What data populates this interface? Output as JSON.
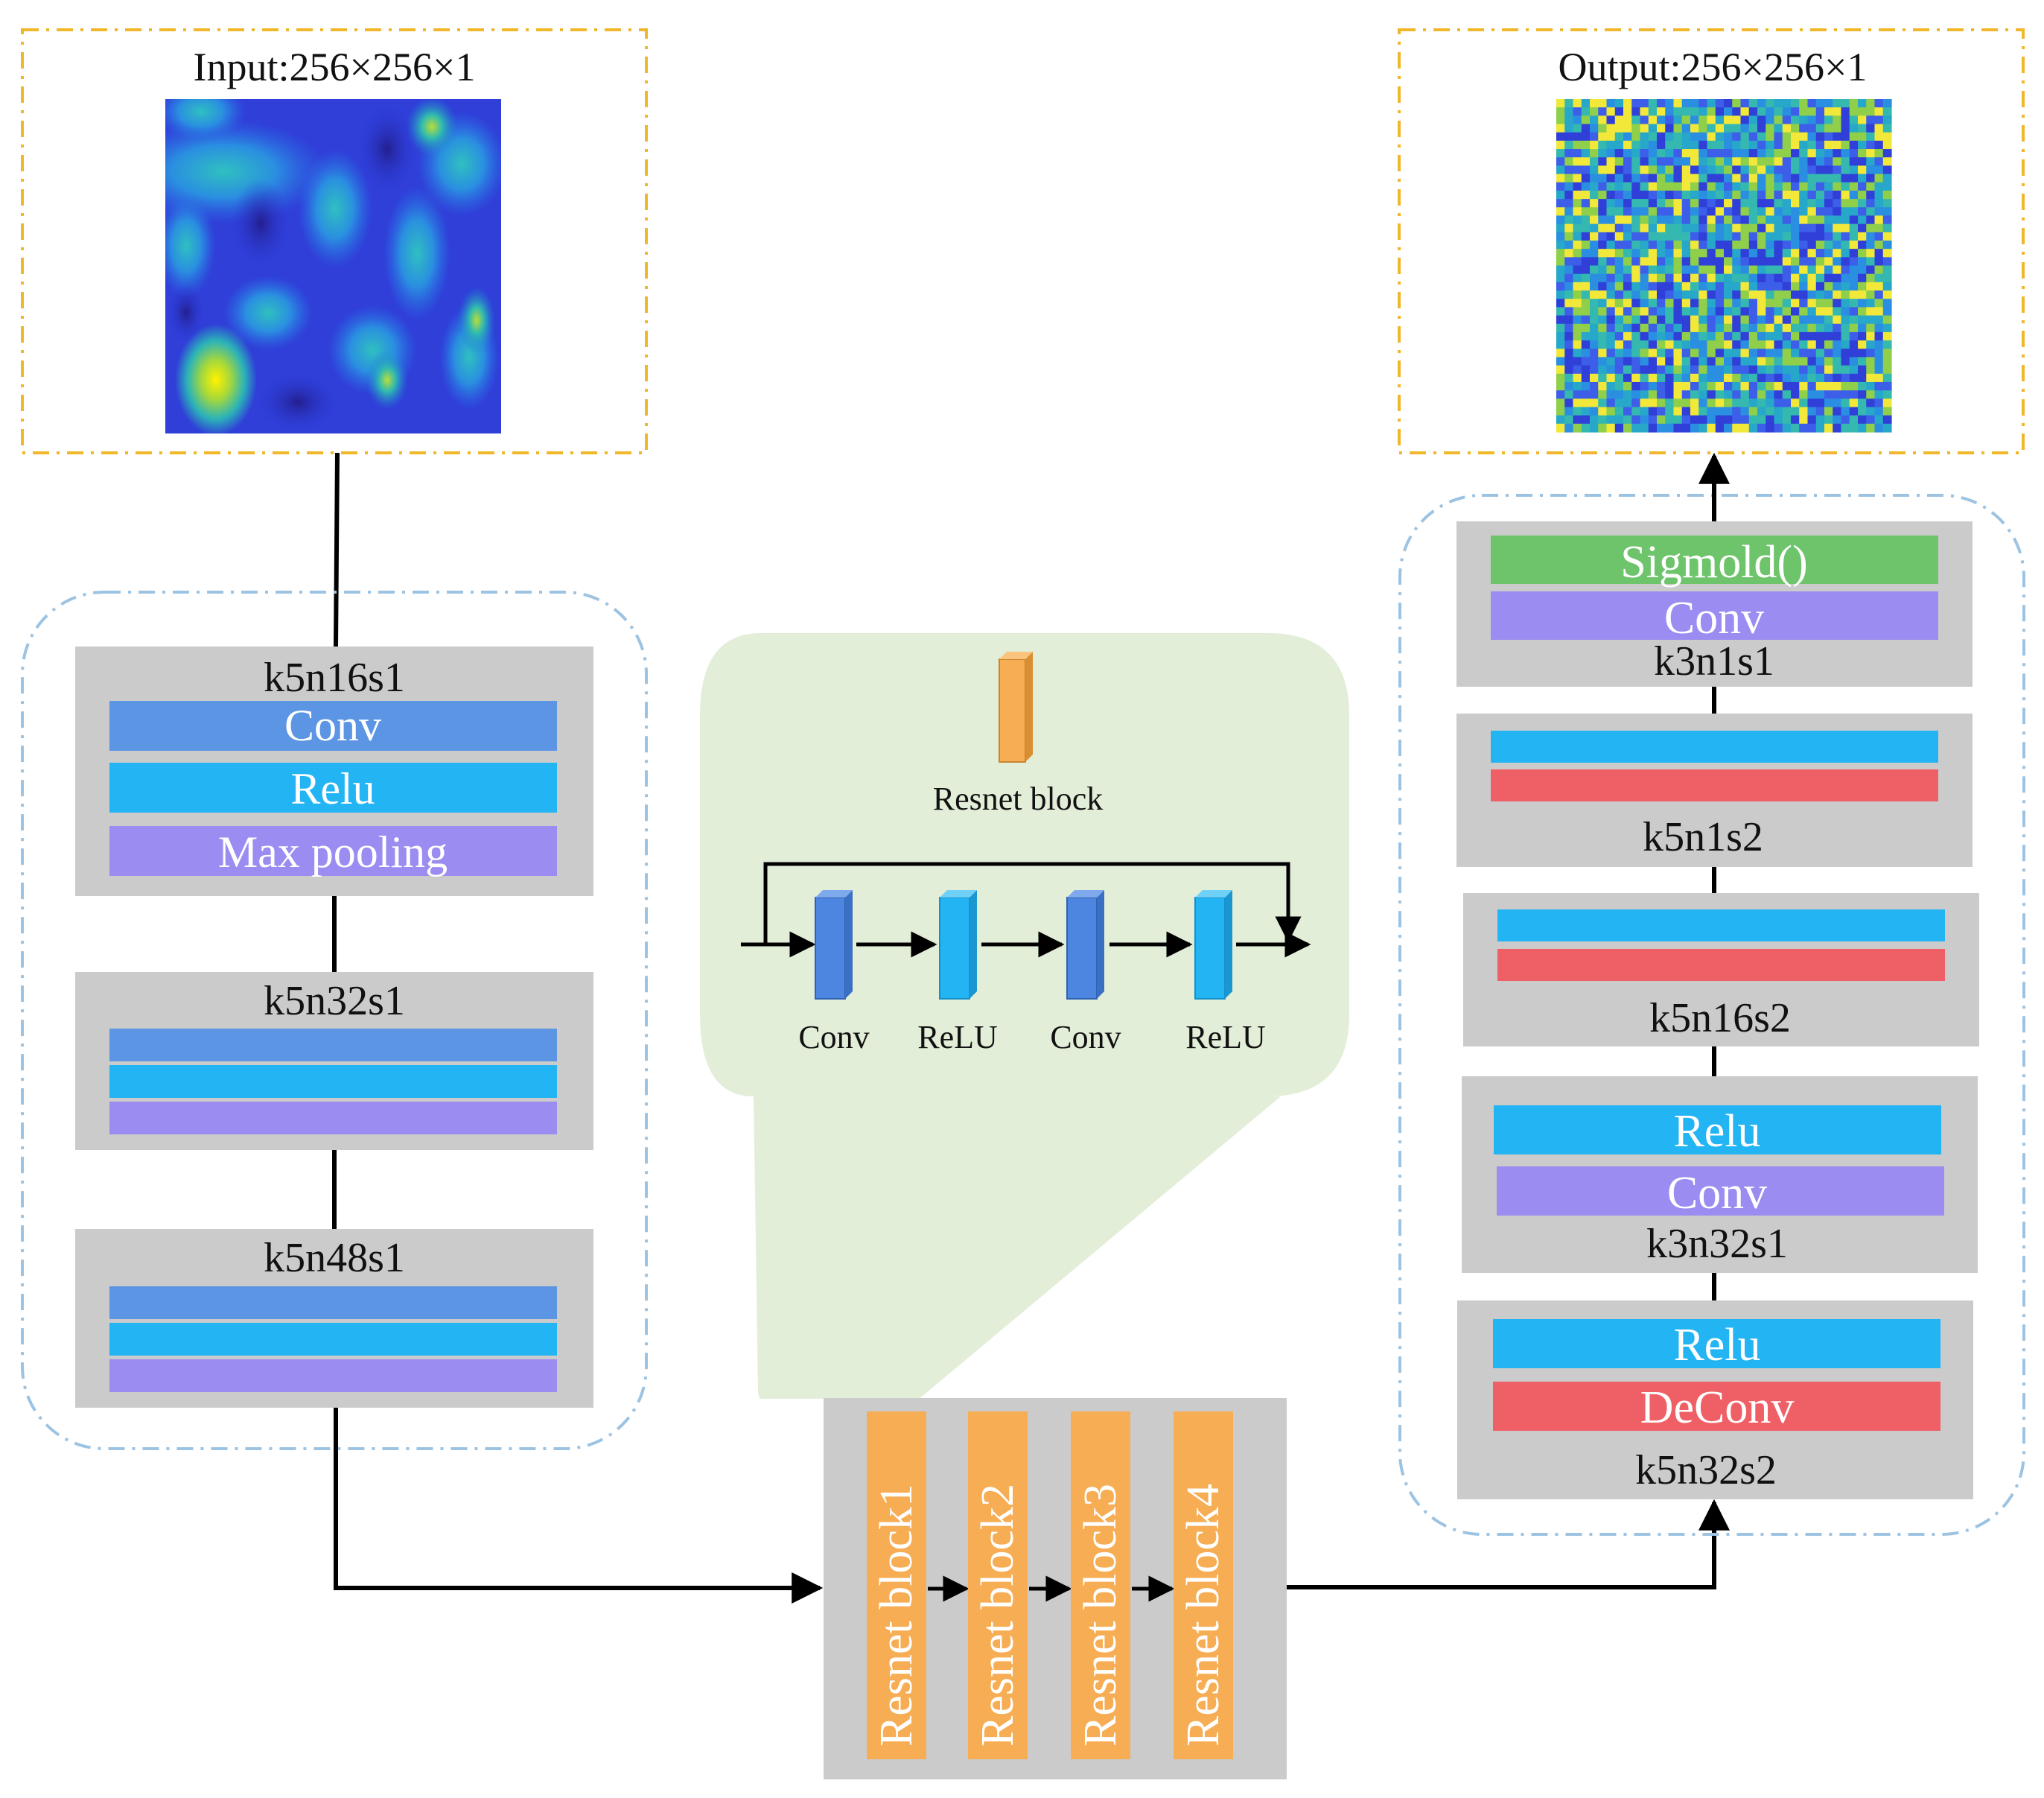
{
  "input": {
    "title": "Input:256×256×1"
  },
  "output": {
    "title": "Output:256×256×1"
  },
  "encoder": {
    "block1": {
      "label": "k5n16s1",
      "conv": "Conv",
      "relu": "Relu",
      "pool": "Max pooling"
    },
    "block2": {
      "label": "k5n32s1"
    },
    "block3": {
      "label": "k5n48s1"
    }
  },
  "resnet_detail": {
    "title": "Resnet block",
    "steps": [
      "Conv",
      "ReLU",
      "Conv",
      "ReLU"
    ]
  },
  "resnet_blocks": [
    "Resnet block1",
    "Resnet block2",
    "Resnet block3",
    "Resnet block4"
  ],
  "decoder": {
    "block1": {
      "label": "k3n1s1",
      "sigmoid": "Sigmold()",
      "conv": "Conv"
    },
    "block2": {
      "label": "k5n1s2"
    },
    "block3": {
      "label": "k5n16s2"
    },
    "block4": {
      "label": "k3n32s1",
      "relu": "Relu",
      "conv": "Conv"
    },
    "block5": {
      "label": "k5n32s2",
      "relu": "Relu",
      "deconv": "DeConv"
    }
  },
  "colors": {
    "conv": "#5b95e4",
    "relu": "#23b4f4",
    "pool": "#9a8cf0",
    "deconv": "#ef6066",
    "sigmoid": "#6ec46a",
    "resnet": "#f6ad54",
    "block_bg": "#cbcbcc",
    "frame_yellow": "#f0b72a",
    "frame_blue": "#9dc3e2",
    "green_panel": "#e2eed8"
  }
}
